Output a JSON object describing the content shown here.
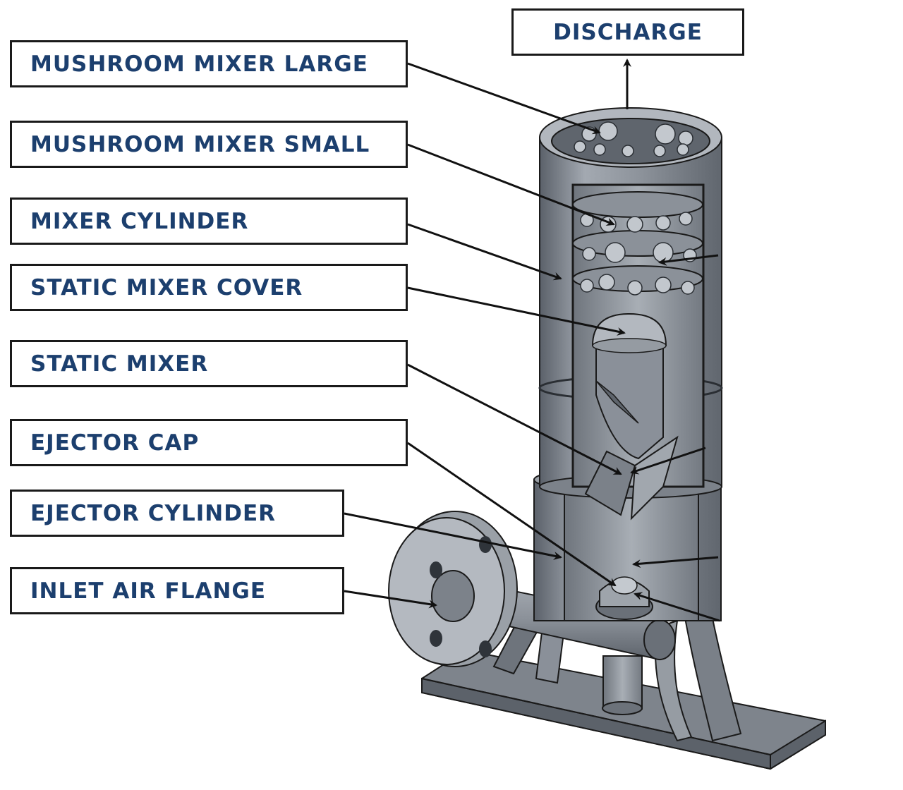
{
  "labels": {
    "discharge": "DISCHARGE",
    "mushroom_mixer_large": "MUSHROOM MIXER LARGE",
    "mushroom_mixer_small": "MUSHROOM MIXER SMALL",
    "mixer_cylinder": "MIXER CYLINDER",
    "static_mixer_cover": "STATIC MIXER COVER",
    "static_mixer": "STATIC MIXER",
    "ejector_cap": "EJECTOR CAP",
    "ejector_cylinder": "EJECTOR CYLINDER",
    "inlet_air_flange": "INLET AIR FLANGE"
  },
  "colors": {
    "label_text": "#1c3f6e",
    "metal": "#8a9099",
    "metal_dark": "#4f555d",
    "metal_light": "#b9bec5",
    "outline": "#1a1a1a"
  }
}
